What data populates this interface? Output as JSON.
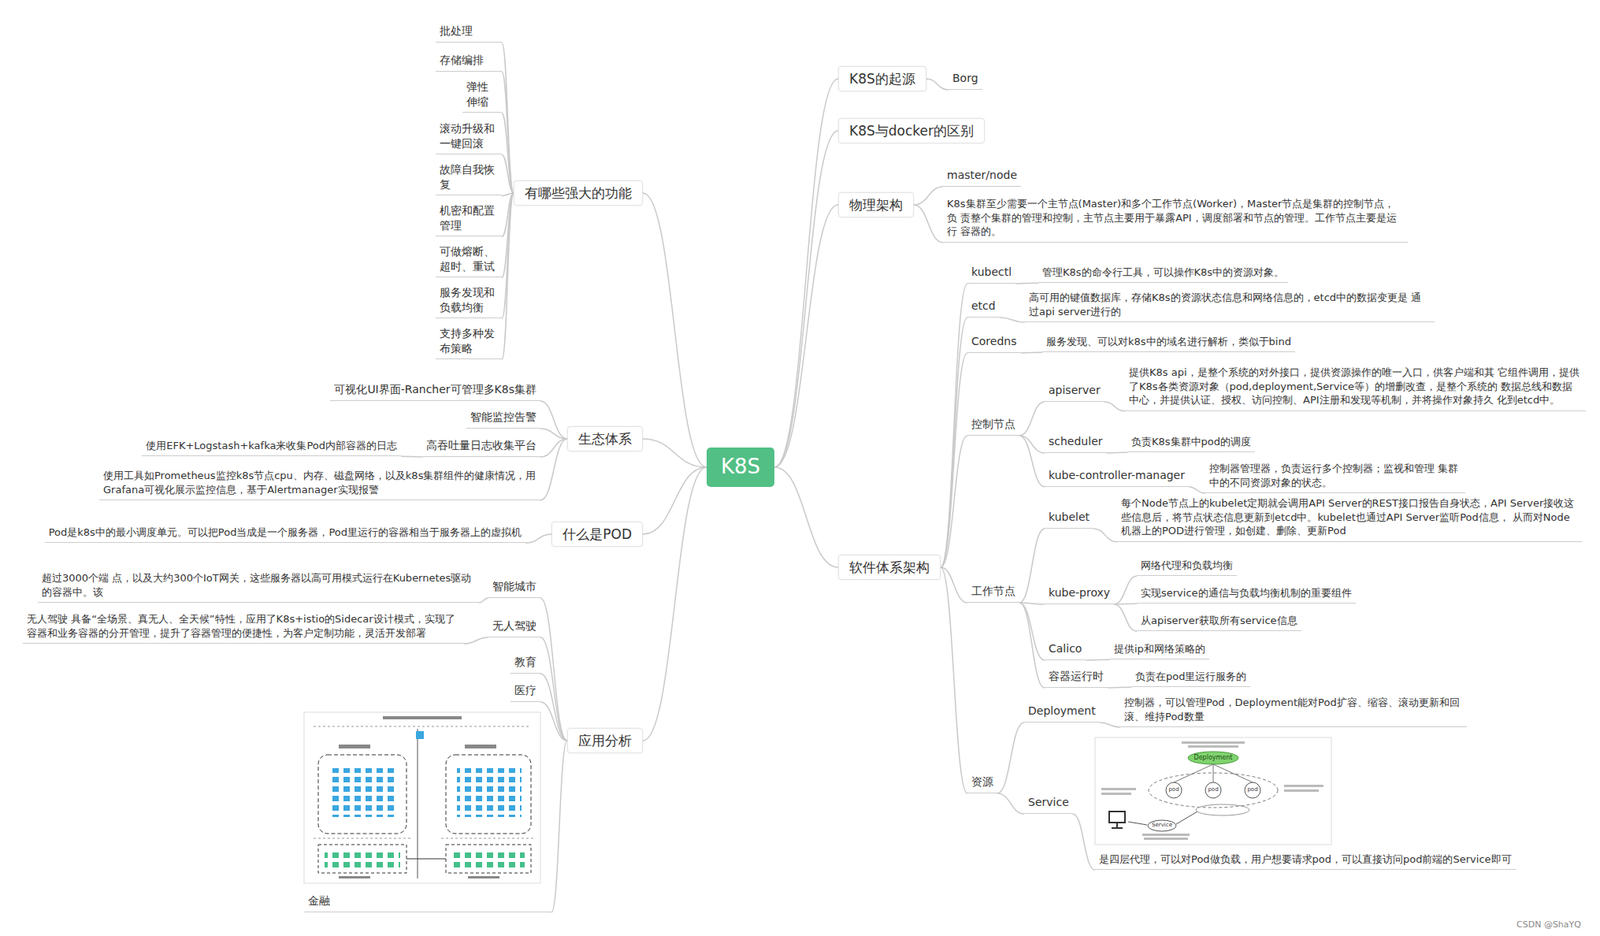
{
  "diagram": {
    "nodes": [
      {
        "text": [
          "K8S"
        ]
      },
      {
        "text": [
          "K8S的起源"
        ]
      },
      {
        "text": [
          "Borg"
        ]
      },
      {
        "text": [
          "K8S与docker的区别"
        ]
      },
      {
        "text": [
          "物理架构"
        ]
      },
      {
        "text": [
          "master/node"
        ]
      },
      {
        "text": [
          "K8s集群至少需要一个主节点(Master)和多个工作节点(Worker)，Master节点是集群的控制节点，负 责整个集群的管理和控制，主节点主要用于暴露API，调度部署和节点的管理。工作节点主要是运行 容器的。"
        ]
      },
      {
        "text": [
          "软件体系架构"
        ]
      },
      {
        "text": [
          "kubectl"
        ]
      },
      {
        "text": [
          "管理K8s的命令行工具，可以操作K8s中的资源对象。"
        ]
      },
      {
        "text": [
          "etcd"
        ]
      },
      {
        "text": [
          "高可用的键值数据库，存储K8s的资源状态信息和网络信息的，etcd中的数据变更是 通过api server进行的"
        ]
      },
      {
        "text": [
          "Coredns"
        ]
      },
      {
        "text": [
          "服务发现、可以对k8s中的域名进行解析，类似于bind"
        ]
      },
      {
        "text": [
          "控制节点"
        ]
      },
      {
        "text": [
          "apiserver"
        ]
      },
      {
        "text": [
          "提供K8s api，是整个系统的对外接口，提供资源操作的唯一入口，供客户端和其 它组件调用，提供了K8s各类资源对象（pod,deployment,Service等）的增删改查，是整个系统的 数据总线和数据中心，并提供认证、授权、访问控制、API注册和发现等机制，并将操作对象持久 化到etcd中。"
        ]
      },
      {
        "text": [
          "scheduler"
        ]
      },
      {
        "text": [
          "负责K8s集群中pod的调度"
        ]
      },
      {
        "text": [
          "kube-controller-manager"
        ]
      },
      {
        "text": [
          "控制器管理器，负责运行多个控制器；监视和管理 集群中的不同资源对象的状态。"
        ]
      },
      {
        "text": [
          "工作节点"
        ]
      },
      {
        "text": [
          "kubelet"
        ]
      },
      {
        "text": [
          "每个Node节点上的kubelet定期就会调用API Server的REST接口报告自身状态，API Server接收这些信息后，将节点状态信息更新到etcd中。kubelet也通过API Server监听Pod信息， 从而对Node机器上的POD进行管理，如创建、删除、更新Pod"
        ]
      },
      {
        "text": [
          "kube-proxy"
        ]
      },
      {
        "text": [
          "网络代理和负载均衡"
        ]
      },
      {
        "text": [
          "实现service的通信与负载均衡机制的重要组件"
        ]
      },
      {
        "text": [
          "从apiserver获取所有service信息"
        ]
      },
      {
        "text": [
          "Calico"
        ]
      },
      {
        "text": [
          "提供ip和网络策略的"
        ]
      },
      {
        "text": [
          "容器运行时"
        ]
      },
      {
        "text": [
          "负责在pod里运行服务的"
        ]
      },
      {
        "text": [
          "资源"
        ]
      },
      {
        "text": [
          "Deployment"
        ]
      },
      {
        "text": [
          "控制器，可以管理Pod，Deployment能对Pod扩容、缩容、滚动更新和回 滚、维持Pod数量"
        ]
      },
      {
        "text": [
          "Service"
        ]
      },
      {
        "text": [
          "是四层代理，可以对Pod做负载，用户想要请求pod，可以直接访问pod前端的Service即可"
        ]
      },
      {
        "text": [
          "有哪些强大的功能"
        ]
      },
      {
        "text": [
          "批处理"
        ]
      },
      {
        "text": [
          "存储编排"
        ]
      },
      {
        "text": [
          "弹性 伸缩"
        ]
      },
      {
        "text": [
          "滚动升级和 一键回滚"
        ]
      },
      {
        "text": [
          "故障自我恢 复"
        ]
      },
      {
        "text": [
          "机密和配置 管理"
        ]
      },
      {
        "text": [
          "可做熔断、 超时、重试"
        ]
      },
      {
        "text": [
          "服务发现和 负载均衡"
        ]
      },
      {
        "text": [
          "支持多种发 布策略"
        ]
      },
      {
        "text": [
          "生态体系"
        ]
      },
      {
        "text": [
          "可视化UI界面-Rancher可管理多K8s集群"
        ]
      },
      {
        "text": [
          "智能监控告警"
        ]
      },
      {
        "text": [
          "高吞吐量日志收集平台"
        ]
      },
      {
        "text": [
          "使用EFK+Logstash+kafka来收集Pod内部容器的日志"
        ]
      },
      {
        "text": [
          "使用工具如Prometheus监控k8s节点cpu、内存、磁盘网络，以及k8s集群组件的健康情况，用 Grafana可视化展示监控信息，基于Alertmanager实现报警"
        ]
      },
      {
        "text": [
          "什么是POD"
        ]
      },
      {
        "text": [
          "Pod是k8s中的最小调度单元。可以把Pod当成是一个服务器，Pod里运行的容器相当于服务器上的虚拟机"
        ]
      },
      {
        "text": [
          "应用分析"
        ]
      },
      {
        "text": [
          "智能城市"
        ]
      },
      {
        "text": [
          "超过3000个端 点，以及大约300个IoT网关，这些服务器以高可用模式运行在Kubernetes驱动的容器中。该"
        ]
      },
      {
        "text": [
          "无人驾驶"
        ]
      },
      {
        "text": [
          "无人驾驶 具备“全场景、真无人、全天候”特性，应用了K8s+istio的Sidecar设计模式，实现了 容器和业务容器的分开管理，提升了容器管理的便捷性，为客户定制功能，灵活开发部署"
        ]
      },
      {
        "text": [
          "教育"
        ]
      },
      {
        "text": [
          "医疗"
        ]
      },
      {
        "text": [
          "金融"
        ]
      }
    ],
    "edges": [
      {
        "from": 0,
        "to": 1,
        "arrow": "none"
      },
      {
        "from": 1,
        "to": 2,
        "arrow": "none"
      },
      {
        "from": 0,
        "to": 3,
        "arrow": "none"
      },
      {
        "from": 0,
        "to": 4,
        "arrow": "none"
      },
      {
        "from": 4,
        "to": 5,
        "arrow": "none"
      },
      {
        "from": 4,
        "to": 6,
        "arrow": "none"
      },
      {
        "from": 0,
        "to": 7,
        "arrow": "none"
      },
      {
        "from": 7,
        "to": 8,
        "arrow": "none"
      },
      {
        "from": 8,
        "to": 9,
        "arrow": "none"
      },
      {
        "from": 7,
        "to": 10,
        "arrow": "none"
      },
      {
        "from": 10,
        "to": 11,
        "arrow": "none"
      },
      {
        "from": 7,
        "to": 12,
        "arrow": "none"
      },
      {
        "from": 12,
        "to": 13,
        "arrow": "none"
      },
      {
        "from": 7,
        "to": 14,
        "arrow": "none"
      },
      {
        "from": 14,
        "to": 15,
        "arrow": "none"
      },
      {
        "from": 15,
        "to": 16,
        "arrow": "none"
      },
      {
        "from": 14,
        "to": 17,
        "arrow": "none"
      },
      {
        "from": 17,
        "to": 18,
        "arrow": "none"
      },
      {
        "from": 14,
        "to": 19,
        "arrow": "none"
      },
      {
        "from": 19,
        "to": 20,
        "arrow": "none"
      },
      {
        "from": 7,
        "to": 21,
        "arrow": "none"
      },
      {
        "from": 21,
        "to": 22,
        "arrow": "none"
      },
      {
        "from": 22,
        "to": 23,
        "arrow": "none"
      },
      {
        "from": 21,
        "to": 24,
        "arrow": "none"
      },
      {
        "from": 24,
        "to": 25,
        "arrow": "none"
      },
      {
        "from": 24,
        "to": 26,
        "arrow": "none"
      },
      {
        "from": 24,
        "to": 27,
        "arrow": "none"
      },
      {
        "from": 21,
        "to": 28,
        "arrow": "none"
      },
      {
        "from": 28,
        "to": 29,
        "arrow": "none"
      },
      {
        "from": 21,
        "to": 30,
        "arrow": "none"
      },
      {
        "from": 30,
        "to": 31,
        "arrow": "none"
      },
      {
        "from": 7,
        "to": 32,
        "arrow": "none"
      },
      {
        "from": 32,
        "to": 33,
        "arrow": "none"
      },
      {
        "from": 33,
        "to": 34,
        "arrow": "none"
      },
      {
        "from": 32,
        "to": 35,
        "arrow": "none"
      },
      {
        "from": 35,
        "to": 36,
        "arrow": "none"
      },
      {
        "from": 0,
        "to": 37,
        "arrow": "none"
      },
      {
        "from": 37,
        "to": 38,
        "arrow": "none"
      },
      {
        "from": 37,
        "to": 39,
        "arrow": "none"
      },
      {
        "from": 37,
        "to": 40,
        "arrow": "none"
      },
      {
        "from": 37,
        "to": 41,
        "arrow": "none"
      },
      {
        "from": 37,
        "to": 42,
        "arrow": "none"
      },
      {
        "from": 37,
        "to": 43,
        "arrow": "none"
      },
      {
        "from": 37,
        "to": 44,
        "arrow": "none"
      },
      {
        "from": 37,
        "to": 45,
        "arrow": "none"
      },
      {
        "from": 37,
        "to": 46,
        "arrow": "none"
      },
      {
        "from": 0,
        "to": 47,
        "arrow": "none"
      },
      {
        "from": 47,
        "to": 48,
        "arrow": "none"
      },
      {
        "from": 47,
        "to": 49,
        "arrow": "none"
      },
      {
        "from": 47,
        "to": 50,
        "arrow": "none"
      },
      {
        "from": 50,
        "to": 51,
        "arrow": "none"
      },
      {
        "from": 47,
        "to": 52,
        "arrow": "none"
      },
      {
        "from": 0,
        "to": 53,
        "arrow": "none"
      },
      {
        "from": 53,
        "to": 54,
        "arrow": "none"
      },
      {
        "from": 0,
        "to": 55,
        "arrow": "none"
      },
      {
        "from": 55,
        "to": 56,
        "arrow": "none"
      },
      {
        "from": 56,
        "to": 57,
        "arrow": "none"
      },
      {
        "from": 55,
        "to": 58,
        "arrow": "none"
      },
      {
        "from": 58,
        "to": 59,
        "arrow": "none"
      },
      {
        "from": 55,
        "to": 60,
        "arrow": "none"
      },
      {
        "from": 55,
        "to": 61,
        "arrow": "none"
      },
      {
        "from": 55,
        "to": 62,
        "arrow": "none"
      }
    ],
    "labels": [
      "Deployment",
      "pod",
      "pod",
      "pod",
      "Service",
      "CSDN @ShaYQ"
    ]
  }
}
